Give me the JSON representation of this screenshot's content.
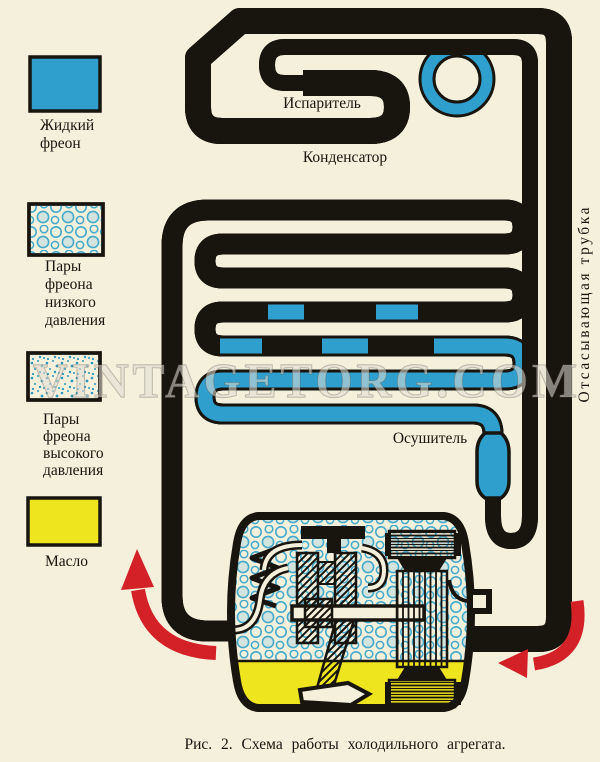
{
  "figure": {
    "caption": "Рис. 2. Схема работы холодильного агрегата.",
    "watermark": "VINTAGETORG.COM"
  },
  "legend": {
    "items": [
      {
        "id": "liquid-freon",
        "swatch": "solid-blue",
        "lines": [
          "Жидкий",
          "фреон"
        ]
      },
      {
        "id": "low-pressure-vapor",
        "swatch": "bubble-pattern",
        "lines": [
          "Пары",
          "фреона",
          "низкого",
          "давления"
        ]
      },
      {
        "id": "high-pressure-vapor",
        "swatch": "speckle-pattern",
        "lines": [
          "Пары",
          "фреона",
          "высокого",
          "давления"
        ]
      },
      {
        "id": "oil",
        "swatch": "solid-yellow",
        "lines": [
          "Масло"
        ]
      }
    ]
  },
  "diagram": {
    "labels": {
      "evaporator": "Испаритель",
      "condenser": "Конденсатор",
      "dryer": "Осушитель",
      "suction_tube": "Отсасывающая трубка"
    }
  },
  "colors": {
    "paper": "#f4f0dc",
    "ink": "#18140e",
    "freon_blue": "#2f9fce",
    "bubble_blue": "#45a9cc",
    "speckle_blue": "#2e96bd",
    "oil_yellow": "#efe51e",
    "arrow_red": "#d32127",
    "wm": "#8f8c84"
  }
}
